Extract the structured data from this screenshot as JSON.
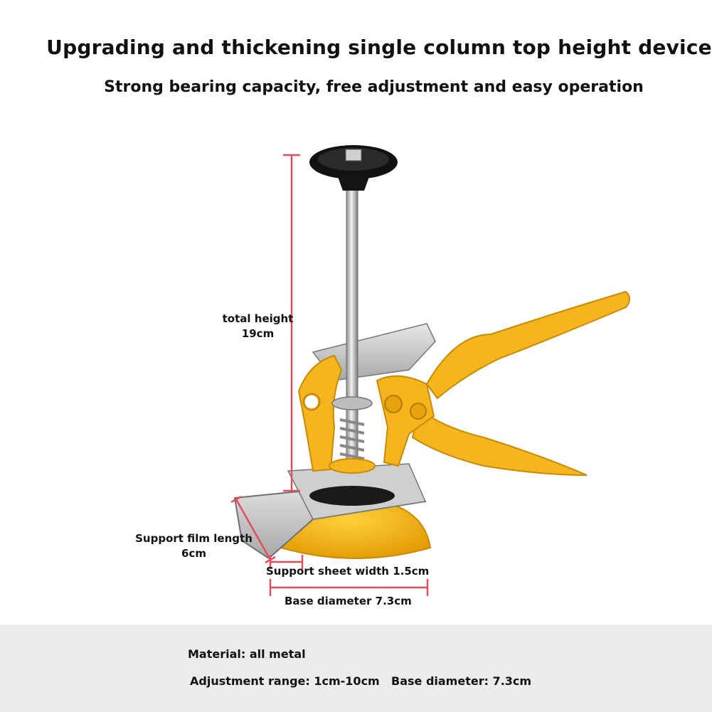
{
  "title": "Upgrading and thickening single column top height device",
  "subtitle": "Strong bearing capacity, free adjustment and easy operation",
  "dimensions": {
    "total_height": [
      "total height",
      "19cm"
    ],
    "support_film_length": [
      "Support film length",
      "6cm"
    ],
    "support_sheet_width": "Support sheet width 1.5cm",
    "base_diameter": "Base diameter 7.3cm"
  },
  "specs": {
    "material": "Material: all metal",
    "adjustment_range": "Adjustment range: 1cm-10cm",
    "base_diameter": "Base diameter: 7.3cm"
  },
  "colors": {
    "tool_yellow": "#f5b51c",
    "dimension_line": "#e0505c",
    "band": "#ececec"
  }
}
